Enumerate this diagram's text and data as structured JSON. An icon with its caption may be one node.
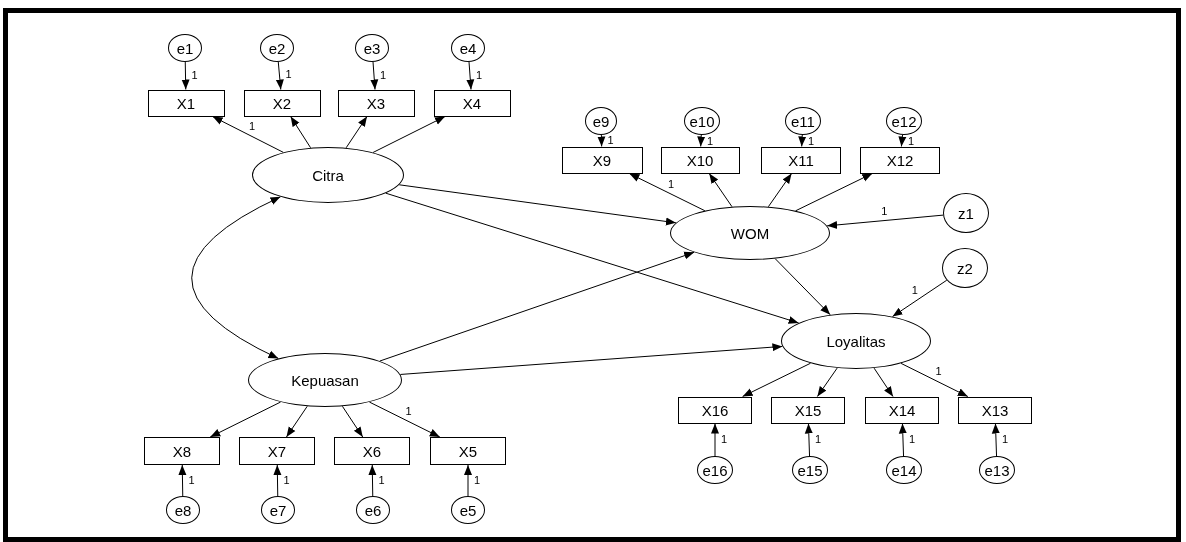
{
  "diagram": {
    "nodes": [
      {
        "text": [
          "e1"
        ]
      },
      {
        "text": [
          "e2"
        ]
      },
      {
        "text": [
          "e3"
        ]
      },
      {
        "text": [
          "e4"
        ]
      },
      {
        "text": [
          "X1"
        ]
      },
      {
        "text": [
          "X2"
        ]
      },
      {
        "text": [
          "X3"
        ]
      },
      {
        "text": [
          "X4"
        ]
      },
      {
        "text": [
          "Citra"
        ]
      },
      {
        "text": [
          "e9"
        ]
      },
      {
        "text": [
          "e10"
        ]
      },
      {
        "text": [
          "e11"
        ]
      },
      {
        "text": [
          "e12"
        ]
      },
      {
        "text": [
          "X9"
        ]
      },
      {
        "text": [
          "X10"
        ]
      },
      {
        "text": [
          "X11"
        ]
      },
      {
        "text": [
          "X12"
        ]
      },
      {
        "text": [
          "WOM"
        ]
      },
      {
        "text": [
          "z1"
        ]
      },
      {
        "text": [
          "z2"
        ]
      },
      {
        "text": [
          "Loyalitas"
        ]
      },
      {
        "text": [
          "Kepuasan"
        ]
      },
      {
        "text": [
          "X16"
        ]
      },
      {
        "text": [
          "X15"
        ]
      },
      {
        "text": [
          "X14"
        ]
      },
      {
        "text": [
          "X13"
        ]
      },
      {
        "text": [
          "X8"
        ]
      },
      {
        "text": [
          "X7"
        ]
      },
      {
        "text": [
          "X6"
        ]
      },
      {
        "text": [
          "X5"
        ]
      },
      {
        "text": [
          "e16"
        ]
      },
      {
        "text": [
          "e15"
        ]
      },
      {
        "text": [
          "e14"
        ]
      },
      {
        "text": [
          "e13"
        ]
      },
      {
        "text": [
          "e8"
        ]
      },
      {
        "text": [
          "e7"
        ]
      },
      {
        "text": [
          "e6"
        ]
      },
      {
        "text": [
          "e5"
        ]
      }
    ],
    "edges": [
      {
        "from": 0,
        "to": 4,
        "arrow": "to",
        "label": "1"
      },
      {
        "from": 1,
        "to": 5,
        "arrow": "to",
        "label": "1"
      },
      {
        "from": 2,
        "to": 6,
        "arrow": "to",
        "label": "1"
      },
      {
        "from": 3,
        "to": 7,
        "arrow": "to",
        "label": "1"
      },
      {
        "from": 8,
        "to": 4,
        "arrow": "to",
        "label": "1"
      },
      {
        "from": 8,
        "to": 5,
        "arrow": "to"
      },
      {
        "from": 8,
        "to": 6,
        "arrow": "to"
      },
      {
        "from": 8,
        "to": 7,
        "arrow": "to"
      },
      {
        "from": 9,
        "to": 13,
        "arrow": "to",
        "label": "1"
      },
      {
        "from": 10,
        "to": 14,
        "arrow": "to",
        "label": "1"
      },
      {
        "from": 11,
        "to": 15,
        "arrow": "to",
        "label": "1"
      },
      {
        "from": 12,
        "to": 16,
        "arrow": "to",
        "label": "1"
      },
      {
        "from": 17,
        "to": 13,
        "arrow": "to",
        "label": "1"
      },
      {
        "from": 17,
        "to": 14,
        "arrow": "to"
      },
      {
        "from": 17,
        "to": 15,
        "arrow": "to"
      },
      {
        "from": 17,
        "to": 16,
        "arrow": "to"
      },
      {
        "from": 18,
        "to": 17,
        "arrow": "to",
        "label": "1"
      },
      {
        "from": 19,
        "to": 20,
        "arrow": "to",
        "label": "1"
      },
      {
        "from": 8,
        "to": 17,
        "arrow": "to"
      },
      {
        "from": 8,
        "to": 20,
        "arrow": "to"
      },
      {
        "from": 21,
        "to": 17,
        "arrow": "to"
      },
      {
        "from": 21,
        "to": 20,
        "arrow": "to"
      },
      {
        "from": 17,
        "to": 20,
        "arrow": "to"
      },
      {
        "from": 8,
        "to": 21,
        "arrow": "both"
      },
      {
        "from": 20,
        "to": 22,
        "arrow": "to"
      },
      {
        "from": 20,
        "to": 23,
        "arrow": "to"
      },
      {
        "from": 20,
        "to": 24,
        "arrow": "to"
      },
      {
        "from": 20,
        "to": 25,
        "arrow": "to",
        "label": "1"
      },
      {
        "from": 21,
        "to": 26,
        "arrow": "to"
      },
      {
        "from": 21,
        "to": 27,
        "arrow": "to"
      },
      {
        "from": 21,
        "to": 28,
        "arrow": "to"
      },
      {
        "from": 21,
        "to": 29,
        "arrow": "to",
        "label": "1"
      },
      {
        "from": 30,
        "to": 22,
        "arrow": "to",
        "label": "1"
      },
      {
        "from": 31,
        "to": 23,
        "arrow": "to",
        "label": "1"
      },
      {
        "from": 32,
        "to": 24,
        "arrow": "to",
        "label": "1"
      },
      {
        "from": 33,
        "to": 25,
        "arrow": "to",
        "label": "1"
      },
      {
        "from": 34,
        "to": 26,
        "arrow": "to",
        "label": "1"
      },
      {
        "from": 35,
        "to": 27,
        "arrow": "to",
        "label": "1"
      },
      {
        "from": 36,
        "to": 28,
        "arrow": "to",
        "label": "1"
      },
      {
        "from": 37,
        "to": 29,
        "arrow": "to",
        "label": "1"
      }
    ]
  }
}
